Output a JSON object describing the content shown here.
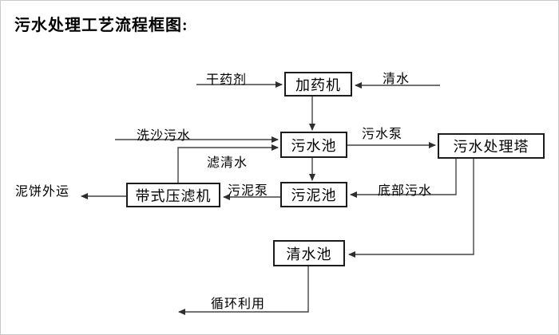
{
  "title": "污水处理工艺流程框图:",
  "boxes": [
    {
      "id": "dosing-machine",
      "label": "加药机"
    },
    {
      "id": "sewage-pool",
      "label": "污水池"
    },
    {
      "id": "treatment-tower",
      "label": "污水处理塔"
    },
    {
      "id": "sludge-pool",
      "label": "污泥池"
    },
    {
      "id": "belt-filter-press",
      "label": "带式压滤机"
    },
    {
      "id": "clean-water-pool",
      "label": "清水池"
    }
  ],
  "flow_labels": [
    {
      "id": "dry-chemical",
      "text": "干药剂"
    },
    {
      "id": "clean-water",
      "text": "清水"
    },
    {
      "id": "sand-washing-sewage",
      "text": "洗沙污水"
    },
    {
      "id": "filtered-water",
      "text": "滤清水"
    },
    {
      "id": "sewage-pump",
      "text": "污水泵"
    },
    {
      "id": "bottom-sewage",
      "text": "底部污水"
    },
    {
      "id": "sludge-pump",
      "text": "污泥泵"
    },
    {
      "id": "mud-cake-outbound",
      "text": "泥饼外运"
    },
    {
      "id": "recycling",
      "text": "循环利用"
    }
  ],
  "colors": {
    "background": "#ffffff",
    "box_border": "#1c1c1c",
    "line": "#444444",
    "arrowhead": "#2e2e2e",
    "text": "#000000"
  }
}
